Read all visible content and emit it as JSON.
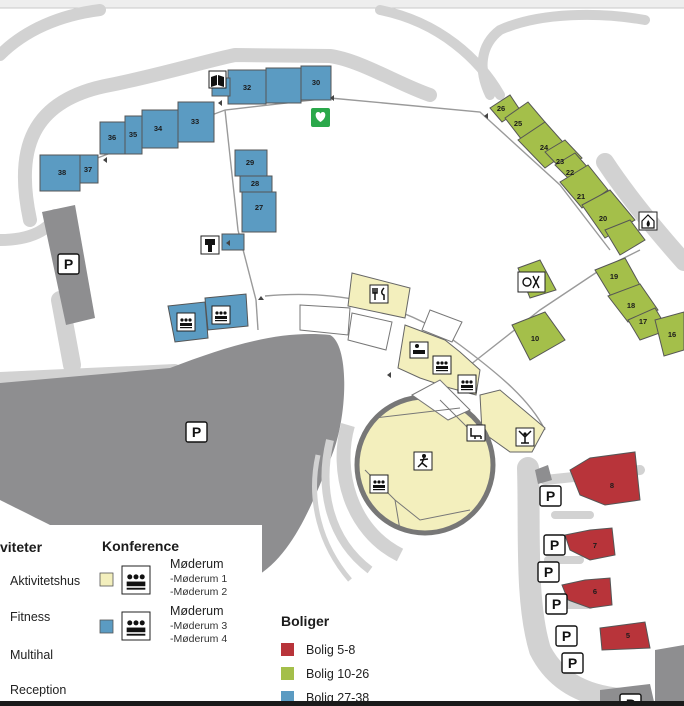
{
  "colors": {
    "blue": "#5b9bc2",
    "green": "#a4bf4a",
    "yellow": "#f3efbd",
    "red": "#b8343a",
    "parking": "#8e8e90",
    "road": "#d2d2d2"
  },
  "buildings": {
    "blue": [
      "32",
      "30",
      "36",
      "35",
      "34",
      "33",
      "38",
      "37",
      "29",
      "28",
      "27"
    ],
    "green": [
      "26",
      "25",
      "24",
      "23",
      "22",
      "21",
      "20",
      "19",
      "18",
      "17",
      "16",
      "10"
    ],
    "red": [
      "8",
      "7",
      "6",
      "5"
    ]
  },
  "parking": {
    "label": "P"
  },
  "legend": {
    "activities": {
      "heading": "viteter",
      "items": [
        "Aktivitetshus",
        "Fitness",
        "Multihal",
        "Reception"
      ]
    },
    "conference": {
      "heading": "Konference",
      "rooms": [
        {
          "title": "Møderum",
          "sub": [
            "-Møderum 1",
            "-Møderum 2"
          ]
        },
        {
          "title": "Møderum",
          "sub": [
            "-Møderum 3",
            "-Møderum 4"
          ]
        }
      ]
    },
    "housing": {
      "heading": "Boliger",
      "items": [
        "Bolig 5-8",
        "Bolig 10-26",
        "Bolig 27-38"
      ]
    }
  },
  "icons": [
    "book-icon",
    "first-aid-icon",
    "podium-icon",
    "meeting-room-icon",
    "restaurant-icon",
    "reception-icon",
    "fitness-icon",
    "sports-hall-icon",
    "playground-icon",
    "fireplace-icon"
  ]
}
